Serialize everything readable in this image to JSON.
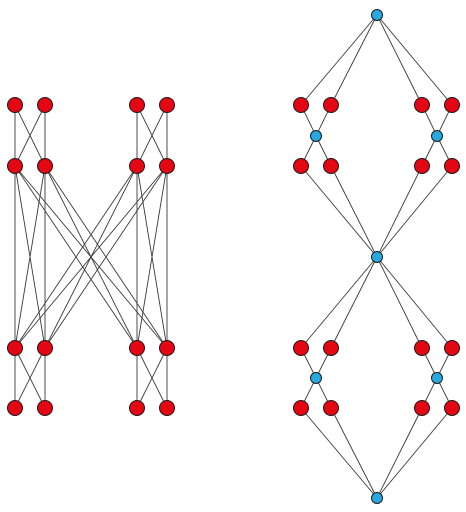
{
  "colors": {
    "background": "#ffffff",
    "edge": "#3a3a3a",
    "node_outline": "#1a1a1a",
    "red_node": "#e30613",
    "blue_node": "#29a8e0"
  },
  "graphs": [
    {
      "id": "left-graph",
      "nodes": [
        {
          "id": "a1",
          "color": "red"
        },
        {
          "id": "a2",
          "color": "red"
        },
        {
          "id": "a3",
          "color": "red"
        },
        {
          "id": "a4",
          "color": "red"
        },
        {
          "id": "b1",
          "color": "red"
        },
        {
          "id": "b2",
          "color": "red"
        },
        {
          "id": "b3",
          "color": "red"
        },
        {
          "id": "b4",
          "color": "red"
        },
        {
          "id": "c1",
          "color": "red"
        },
        {
          "id": "c2",
          "color": "red"
        },
        {
          "id": "c3",
          "color": "red"
        },
        {
          "id": "c4",
          "color": "red"
        },
        {
          "id": "d1",
          "color": "red"
        },
        {
          "id": "d2",
          "color": "red"
        },
        {
          "id": "d3",
          "color": "red"
        },
        {
          "id": "d4",
          "color": "red"
        }
      ],
      "edges": [
        [
          "a1",
          "b1"
        ],
        [
          "a1",
          "b2"
        ],
        [
          "a2",
          "b1"
        ],
        [
          "a2",
          "b2"
        ],
        [
          "a3",
          "b3"
        ],
        [
          "a3",
          "b4"
        ],
        [
          "a4",
          "b3"
        ],
        [
          "a4",
          "b4"
        ],
        [
          "b1",
          "c1"
        ],
        [
          "b1",
          "c2"
        ],
        [
          "b1",
          "c3"
        ],
        [
          "b1",
          "c4"
        ],
        [
          "b2",
          "c1"
        ],
        [
          "b2",
          "c2"
        ],
        [
          "b2",
          "c3"
        ],
        [
          "b2",
          "c4"
        ],
        [
          "b3",
          "c1"
        ],
        [
          "b3",
          "c2"
        ],
        [
          "b3",
          "c3"
        ],
        [
          "b3",
          "c4"
        ],
        [
          "b4",
          "c1"
        ],
        [
          "b4",
          "c2"
        ],
        [
          "b4",
          "c3"
        ],
        [
          "b4",
          "c4"
        ],
        [
          "c1",
          "d1"
        ],
        [
          "c1",
          "d2"
        ],
        [
          "c2",
          "d1"
        ],
        [
          "c2",
          "d2"
        ],
        [
          "c3",
          "d3"
        ],
        [
          "c3",
          "d4"
        ],
        [
          "c4",
          "d3"
        ],
        [
          "c4",
          "d4"
        ]
      ]
    },
    {
      "id": "right-graph",
      "nodes": [
        {
          "id": "top",
          "color": "blue"
        },
        {
          "id": "e1",
          "color": "red"
        },
        {
          "id": "e2",
          "color": "red"
        },
        {
          "id": "e3",
          "color": "red"
        },
        {
          "id": "e4",
          "color": "red"
        },
        {
          "id": "hl",
          "color": "blue"
        },
        {
          "id": "hr",
          "color": "blue"
        },
        {
          "id": "f1",
          "color": "red"
        },
        {
          "id": "f2",
          "color": "red"
        },
        {
          "id": "f3",
          "color": "red"
        },
        {
          "id": "f4",
          "color": "red"
        },
        {
          "id": "mid",
          "color": "blue"
        },
        {
          "id": "g1",
          "color": "red"
        },
        {
          "id": "g2",
          "color": "red"
        },
        {
          "id": "g3",
          "color": "red"
        },
        {
          "id": "g4",
          "color": "red"
        },
        {
          "id": "jl",
          "color": "blue"
        },
        {
          "id": "jr",
          "color": "blue"
        },
        {
          "id": "k1",
          "color": "red"
        },
        {
          "id": "k2",
          "color": "red"
        },
        {
          "id": "k3",
          "color": "red"
        },
        {
          "id": "k4",
          "color": "red"
        },
        {
          "id": "bot",
          "color": "blue"
        }
      ],
      "edges": [
        [
          "top",
          "e1"
        ],
        [
          "top",
          "e2"
        ],
        [
          "top",
          "e3"
        ],
        [
          "top",
          "e4"
        ],
        [
          "e1",
          "hl"
        ],
        [
          "e2",
          "hl"
        ],
        [
          "hl",
          "f1"
        ],
        [
          "hl",
          "f2"
        ],
        [
          "e3",
          "hr"
        ],
        [
          "e4",
          "hr"
        ],
        [
          "hr",
          "f3"
        ],
        [
          "hr",
          "f4"
        ],
        [
          "f1",
          "mid"
        ],
        [
          "f2",
          "mid"
        ],
        [
          "f3",
          "mid"
        ],
        [
          "f4",
          "mid"
        ],
        [
          "mid",
          "g1"
        ],
        [
          "mid",
          "g2"
        ],
        [
          "mid",
          "g3"
        ],
        [
          "mid",
          "g4"
        ],
        [
          "g1",
          "jl"
        ],
        [
          "g2",
          "jl"
        ],
        [
          "jl",
          "k1"
        ],
        [
          "jl",
          "k2"
        ],
        [
          "g3",
          "jr"
        ],
        [
          "g4",
          "jr"
        ],
        [
          "jr",
          "k3"
        ],
        [
          "jr",
          "k4"
        ],
        [
          "k1",
          "bot"
        ],
        [
          "k2",
          "bot"
        ],
        [
          "k3",
          "bot"
        ],
        [
          "k4",
          "bot"
        ]
      ]
    }
  ]
}
